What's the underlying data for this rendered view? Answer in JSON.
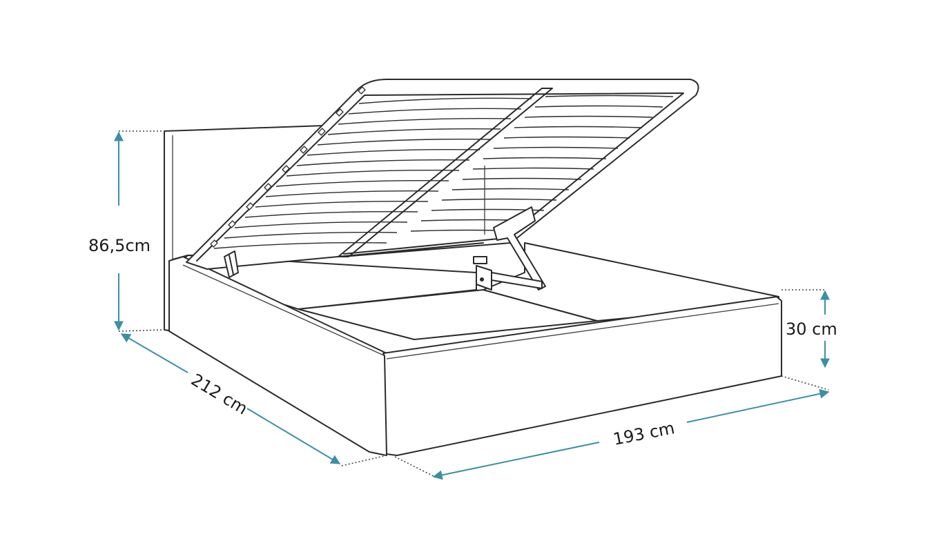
{
  "dimensions": {
    "height_total": "86,5cm",
    "height_frame": "30 cm",
    "length": "212 cm",
    "width": "193 cm"
  },
  "colors": {
    "dimension_line": "#3a8fa6",
    "outline": "#2a2a2a"
  }
}
